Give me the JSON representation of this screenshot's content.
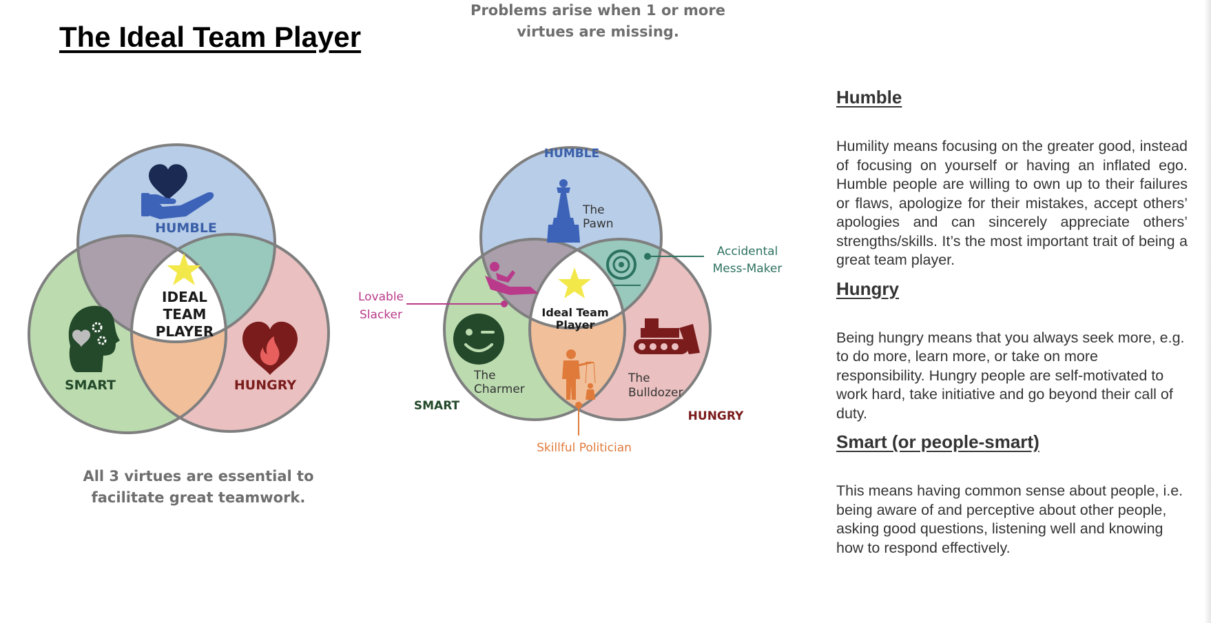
{
  "title": "The Ideal Team Player",
  "left_diagram": {
    "humble": "HUMBLE",
    "smart": "SMART",
    "hungry": "HUNGRY",
    "center_line1": "IDEAL",
    "center_line2": "TEAM",
    "center_line3": "PLAYER",
    "caption_line1": "All 3 virtues are essential to",
    "caption_line2": "facilitate great teamwork.",
    "icons": [
      "hand-heart-icon",
      "head-gears-icon",
      "flame-heart-icon",
      "star-icon"
    ]
  },
  "right_diagram": {
    "humble": "HUMBLE",
    "smart": "SMART",
    "hungry": "HUNGRY",
    "center_line1": "Ideal Team",
    "center_line2": "Player",
    "pawn_line1": "The",
    "pawn_line2": "Pawn",
    "charmer_line1": "The",
    "charmer_line2": "Charmer",
    "bulldozer_line1": "The",
    "bulldozer_line2": "Bulldozer",
    "accidental_line1": "Accidental",
    "accidental_line2": "Mess-Maker",
    "slacker_line1": "Lovable",
    "slacker_line2": "Slacker",
    "politician": "Skillful Politician",
    "caption_line1": "Problems arise when 1 or more",
    "caption_line2": "virtues are missing.",
    "icons": [
      "chess-queen-icon",
      "winking-face-icon",
      "bulldozer-icon",
      "target-icon",
      "reclining-person-icon",
      "puppeteer-icon",
      "star-icon"
    ]
  },
  "sections": [
    {
      "heading": "Humble",
      "body": "Humility means focusing on the greater good, instead of focusing on yourself or having an inflated ego. Humble people are willing to own up to their failures or flaws, apologize for their mistakes, accept others’ apologies and can sincerely appreciate others’ strengths/skills. It’s the most important trait of being a great team player."
    },
    {
      "heading": "Hungry",
      "body": "Being hungry means that you always seek more, e.g. to do more, learn more, or take on more responsibility.  Hungry people are self-motivated to work hard, take initiative and go beyond their call of duty."
    },
    {
      "heading": "Smart (or people-smart)",
      "body": "This means having common sense about people, i.e. being aware of and perceptive about other people, asking good questions, listening well and knowing how to respond effectively."
    }
  ],
  "colors": {
    "humble_fill": "#b8cde8",
    "smart_fill": "#bcdcb0",
    "hungry_fill": "#ebc0c0",
    "humble_smart": "#aa9fab",
    "humble_hungry": "#98c9bc",
    "smart_hungry": "#f1bf9a",
    "humble_text": "#3a5fa8",
    "smart_text": "#24492a",
    "hungry_text": "#7a1c1c",
    "slacker": "#b93a8a",
    "mess_maker": "#2d7260",
    "politician": "#e07a3a",
    "star": "#f3e84a"
  }
}
